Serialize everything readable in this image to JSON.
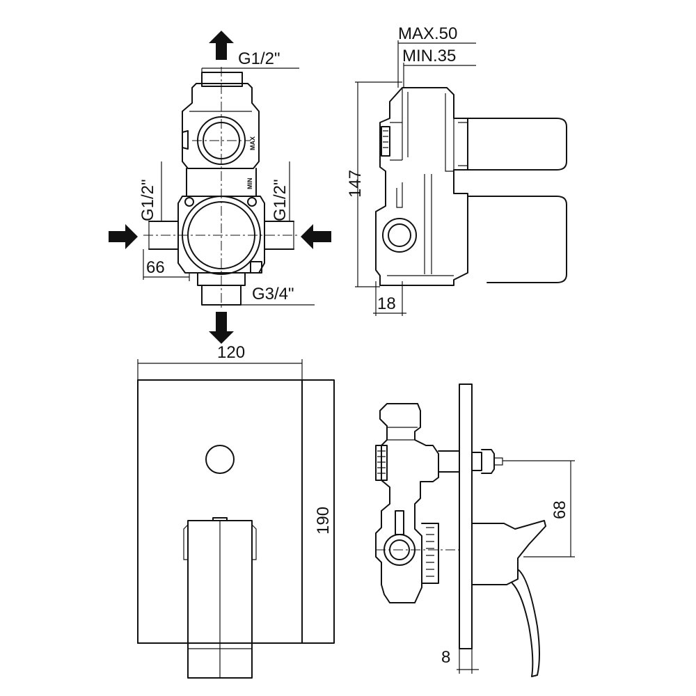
{
  "labels": {
    "inlet_top": "G1/2\"",
    "inlet_left": "G1/2\"",
    "inlet_right": "G1/2\"",
    "outlet_bottom": "G3/4\"",
    "dim_66": "66",
    "dim_max": "MAX.50",
    "dim_min": "MIN.35",
    "dim_147": "147",
    "dim_18": "18",
    "dim_120": "120",
    "dim_190": "190",
    "dim_68": "68",
    "dim_8": "8",
    "mark_max": "MAX",
    "mark_min": "MIN"
  }
}
